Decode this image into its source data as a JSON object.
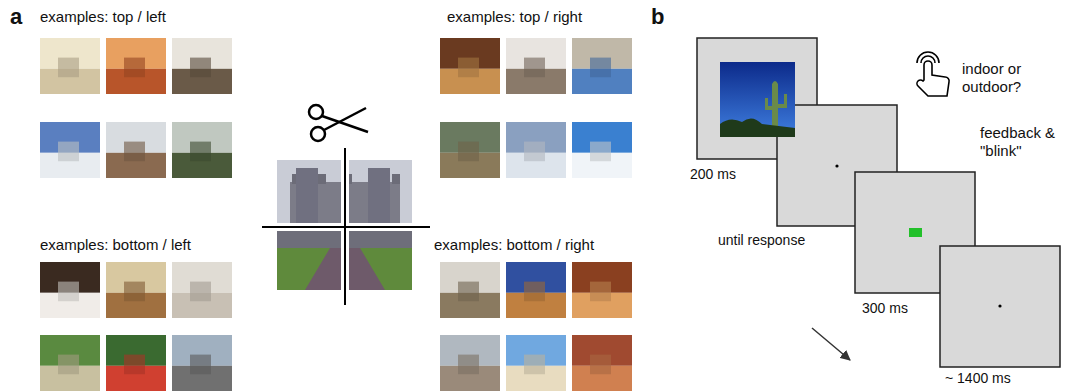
{
  "diagram": {
    "labels": [
      "a",
      "examples: top / left",
      "examples: top / right",
      "examples: bottom / left",
      "examples: bottom / right",
      "b",
      "200 ms",
      "until response",
      "indoor or outdoor?",
      "feedback & \"blink\"",
      "300 ms",
      "~ 1400 ms"
    ]
  }
}
